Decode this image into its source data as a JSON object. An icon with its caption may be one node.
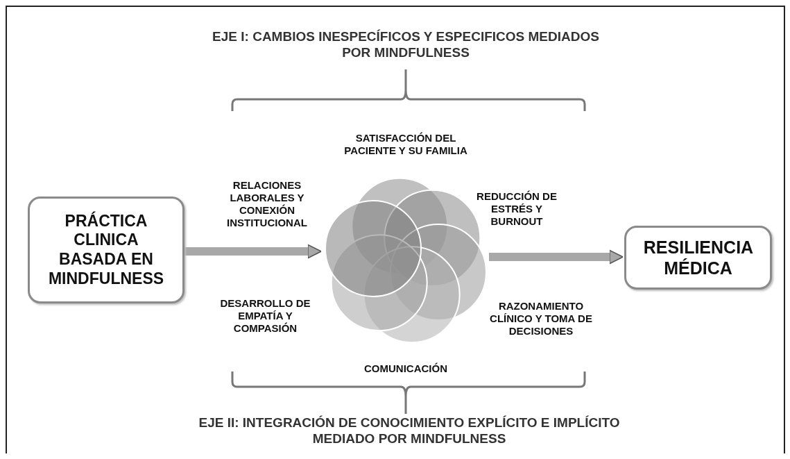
{
  "diagram": {
    "nodes": [
      {
        "text": [
          "PRÁCTICA CLINICA BASADA EN MINDFULNESS"
        ]
      },
      {
        "text": [
          "RESILIENCIA MÉDICA"
        ]
      },
      {
        "text": [],
        "shape": "circle"
      }
    ],
    "edges": [
      {
        "from": 0,
        "to": 2,
        "arrow": "to"
      },
      {
        "from": 2,
        "to": 1,
        "arrow": "to"
      }
    ],
    "labels": [
      "EJE I: CAMBIOS INESPECÍFICOS Y ESPECIFICOS MEDIADOS POR MINDFULNESS",
      "SATISFACCIÓN DEL PACIENTE Y SU FAMILIA",
      "RELACIONES LABORALES Y CONEXIÓN INSTITUCIONAL",
      "REDUCCIÓN DE ESTRÉS Y BURNOUT",
      "DESARROLLO DE EMPATÍA Y COMPASIÓN",
      "RAZONAMIENTO CLÍNICO Y TOMA DE DECISIONES",
      "COMUNICACIÓN",
      "EJE II: INTEGRACIÓN DE CONOCIMIENTO EXPLÍCITO E IMPLÍCITO MEDIADO POR MINDFULNESS"
    ]
  }
}
